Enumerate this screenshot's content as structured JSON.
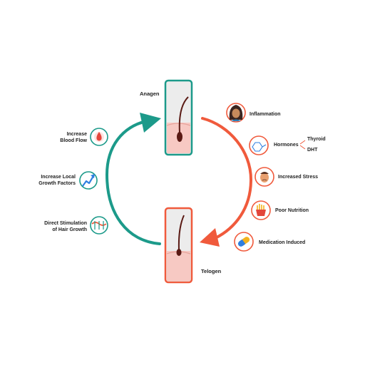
{
  "phases": {
    "anagen": "Anagen",
    "telogen": "Telogen"
  },
  "benefits": [
    {
      "line1": "Increase",
      "line2": "Blood Flow",
      "icon": "blood-drop-icon"
    },
    {
      "line1": "Increase Local",
      "line2": "Growth Factors",
      "icon": "growth-arrow-icon"
    },
    {
      "line1": "Direct Stimulation",
      "line2": "of Hair Growth",
      "icon": "hair-follicle-icon"
    }
  ],
  "causes": [
    {
      "label": "Inflammation",
      "icon": "woman-face-icon"
    },
    {
      "label": "Hormones",
      "icon": "molecule-icon",
      "sub": [
        "Thyroid",
        "DHT"
      ]
    },
    {
      "label": "Increased Stress",
      "icon": "stressed-face-icon"
    },
    {
      "label": "Poor Nutrition",
      "icon": "fries-icon"
    },
    {
      "label": "Medication Induced",
      "icon": "pill-capsule-icon"
    }
  ],
  "colors": {
    "teal": "#1c9a8a",
    "orange": "#f05a3c",
    "skin": "#f6c2bd",
    "follicle": "#5a1a14"
  }
}
